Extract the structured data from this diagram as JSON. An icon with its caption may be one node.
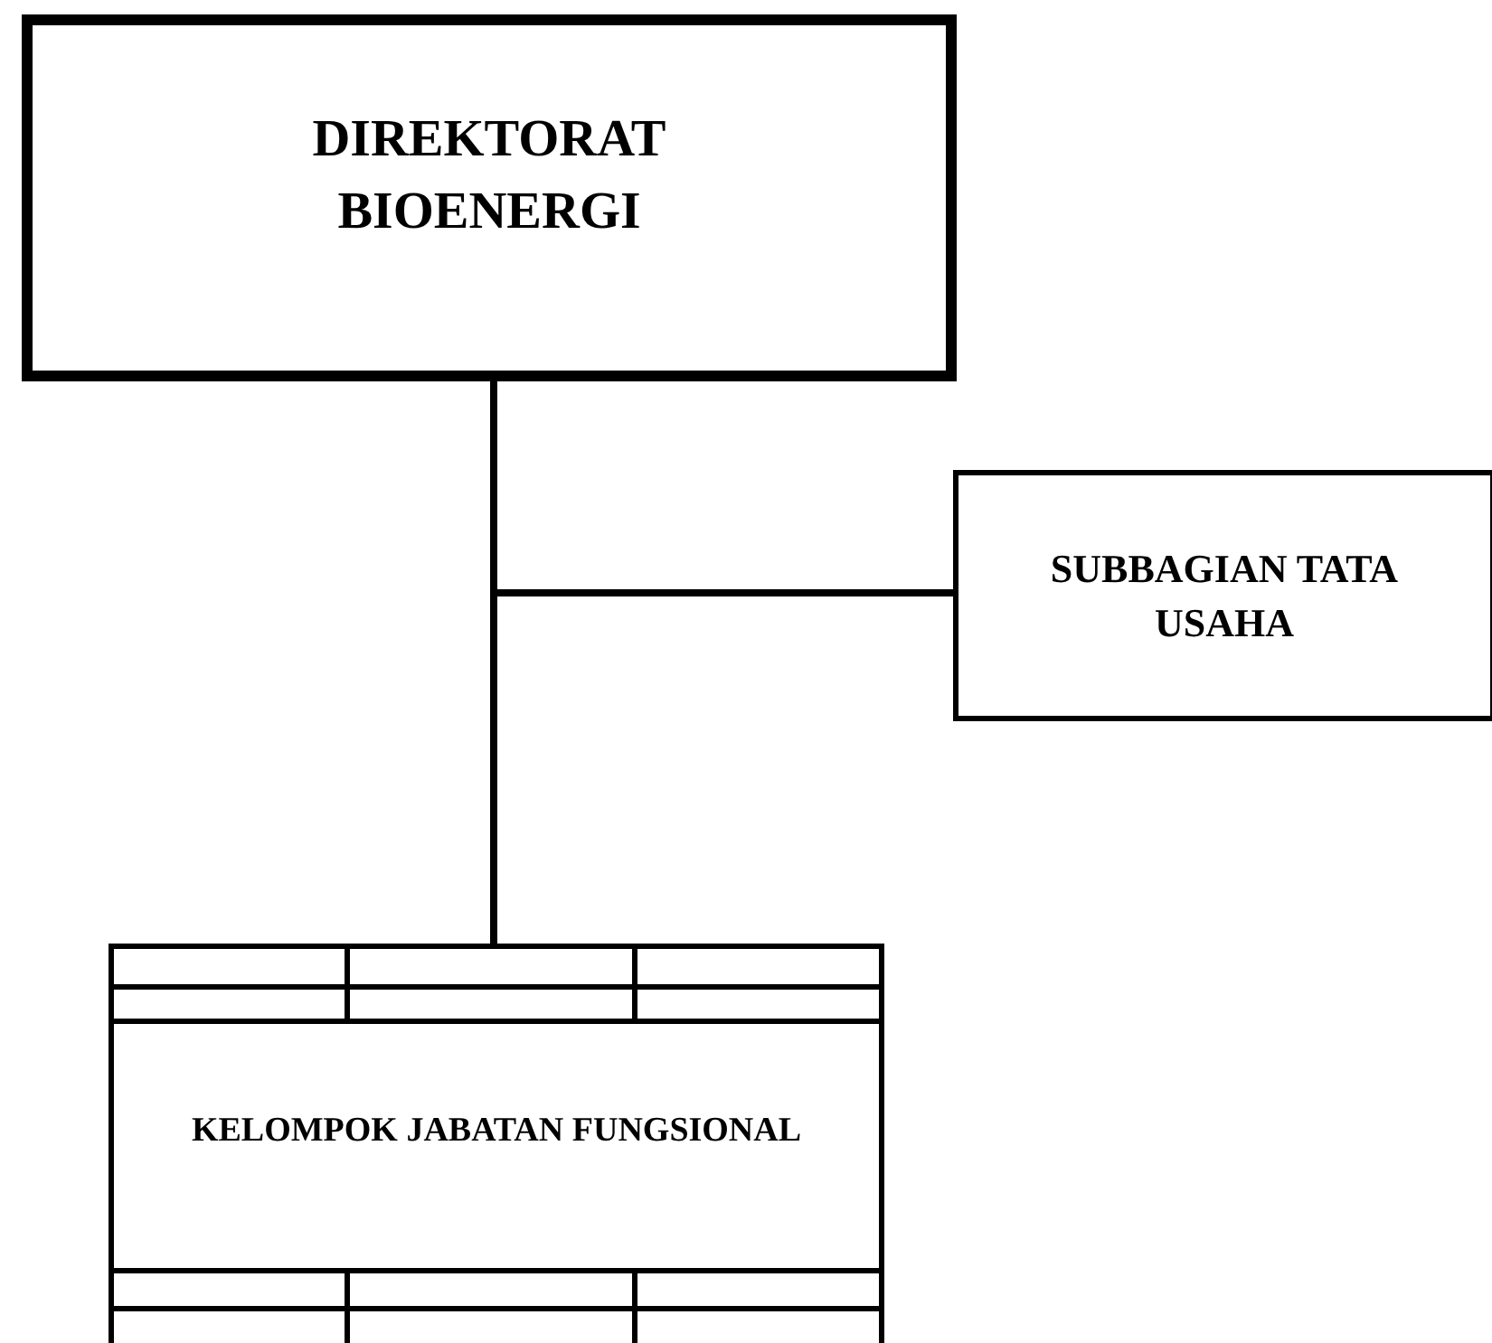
{
  "diagram": {
    "nodes": [
      {
        "text": [
          "DIREKTORAT BIOENERGI"
        ]
      },
      {
        "text": [
          "SUBBAGIAN TATA USAHA"
        ]
      },
      {
        "text": [
          "KELOMPOK JABATAN FUNGSIONAL"
        ]
      }
    ],
    "edges": [
      {
        "from": 0,
        "to": 2,
        "arrow": "none"
      },
      {
        "from": 0,
        "to": 1,
        "arrow": "none"
      }
    ]
  }
}
